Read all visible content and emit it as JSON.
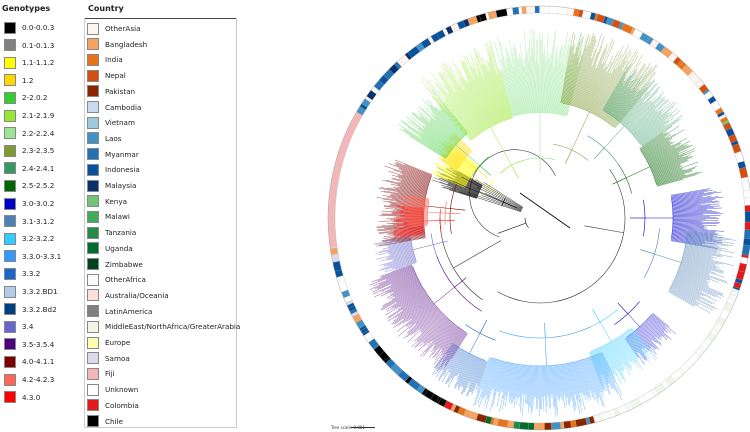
{
  "genotypes": {
    "title": "Genotypes",
    "items": [
      {
        "label": "0.0-0.0.3",
        "color": "#000000"
      },
      {
        "label": "0.1-0.1.3",
        "color": "#808080"
      },
      {
        "label": "1.1-1.1.2",
        "color": "#ffff00"
      },
      {
        "label": "1.2",
        "color": "#ffd700"
      },
      {
        "label": "2-2.0.2",
        "color": "#33cc33"
      },
      {
        "label": "2.1-2.1.9",
        "color": "#99e633"
      },
      {
        "label": "2.2-2.2.4",
        "color": "#99e699"
      },
      {
        "label": "2.3-2.3.5",
        "color": "#809933"
      },
      {
        "label": "2.4-2.4.1",
        "color": "#339966"
      },
      {
        "label": "2.5-2.5.2",
        "color": "#006600"
      },
      {
        "label": "3.0-3.0.2",
        "color": "#0000cc"
      },
      {
        "label": "3.1-3.1.2",
        "color": "#4d80b3"
      },
      {
        "label": "3.2-3.2.2",
        "color": "#33ccff"
      },
      {
        "label": "3.3.0-3.3.1",
        "color": "#3399ff"
      },
      {
        "label": "3.3.2",
        "color": "#1a66cc"
      },
      {
        "label": "3.3.2.BD1",
        "color": "#b3cce6"
      },
      {
        "label": "3.3.2.Bd2",
        "color": "#004080"
      },
      {
        "label": "3.4",
        "color": "#6666cc"
      },
      {
        "label": "3.5-3.5.4",
        "color": "#4d0080"
      },
      {
        "label": "4.0-4.1.1",
        "color": "#800000"
      },
      {
        "label": "4.2-4.2.3",
        "color": "#ff6655"
      },
      {
        "label": "4.3.0",
        "color": "#ff0000"
      }
    ]
  },
  "country": {
    "title": "Country",
    "items": [
      {
        "label": "OtherAsia",
        "color": "#fff5ee"
      },
      {
        "label": "Bangladesh",
        "color": "#f4a460"
      },
      {
        "label": "India",
        "color": "#e8731a"
      },
      {
        "label": "Nepal",
        "color": "#d2500f"
      },
      {
        "label": "Pakistan",
        "color": "#8b2500"
      },
      {
        "label": "Cambodia",
        "color": "#c6dbef"
      },
      {
        "label": "Vietnam",
        "color": "#9ecae1"
      },
      {
        "label": "Laos",
        "color": "#4292c6"
      },
      {
        "label": "Myanmar",
        "color": "#2171b5"
      },
      {
        "label": "Indonesia",
        "color": "#08519c"
      },
      {
        "label": "Malaysia",
        "color": "#08306b"
      },
      {
        "label": "Kenya",
        "color": "#74c476"
      },
      {
        "label": "Malawi",
        "color": "#41ab5d"
      },
      {
        "label": "Tanzania",
        "color": "#238b45"
      },
      {
        "label": "Uganda",
        "color": "#006d2c"
      },
      {
        "label": "Zimbabwe",
        "color": "#00441b"
      },
      {
        "label": "OtherAfrica",
        "color": "#f7fcf5"
      },
      {
        "label": "Australia/Oceania",
        "color": "#fde0dd"
      },
      {
        "label": "LatinAmerica",
        "color": "#808080"
      },
      {
        "label": "MiddleEast/NorthAfrica/GreaterArabia",
        "color": "#f0f7e8"
      },
      {
        "label": "Europe",
        "color": "#ffffb3"
      },
      {
        "label": "Samoa",
        "color": "#dadaeb"
      },
      {
        "label": "Fiji",
        "color": "#f4b6b6"
      },
      {
        "label": "Unknown",
        "color": "#ffffff"
      },
      {
        "label": "Colombia",
        "color": "#e31a1c"
      },
      {
        "label": "Chile",
        "color": "#000000"
      }
    ]
  },
  "scale": {
    "label": "Tree scale: 0.001"
  }
}
